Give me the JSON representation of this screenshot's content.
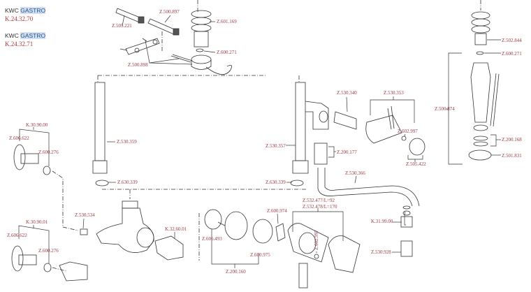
{
  "products": [
    {
      "brand": "KWC",
      "line": "GASTRO",
      "code": "K.24.32.70"
    },
    {
      "brand": "KWC",
      "line": "GASTRO",
      "code": "K.24.32.71"
    }
  ],
  "parts": {
    "p1": "Z.505.221",
    "p2": "Z.500.897",
    "p3": "Z.601.169",
    "p4": "Z.600.271",
    "p5": "Z.500.898",
    "p6": "Z.530.359",
    "p7": "Z.630.339",
    "p8": "K.30.90.00",
    "p9": "Z.606.622",
    "p10": "Z.600.276",
    "p11": "Z.530.534",
    "p12": "K.30.90.01",
    "p13": "Z.606.622",
    "p14": "Z.600.276",
    "p15": "K.32.60.01",
    "p16": "Z.606.493",
    "p17": "Z.600.975",
    "p18": "Z.200.160",
    "p19": "Z.600.974",
    "p20": "Z.532.477/L=92",
    "p21": "Z.532.478/L=170",
    "p22": "Z.602.997",
    "p23": "K.31.99.00",
    "p24": "Z.530.928",
    "p25": "Z.530.340",
    "p26": "Z.530.353",
    "p27": "Z.602.997",
    "p28": "Z.505.422",
    "p29": "Z.530.357",
    "p30": "Z.200.177",
    "p31": "Z.630.339",
    "p32": "Z.530.366",
    "p33": "Z.502.844",
    "p34": "Z.600.271",
    "p35": "Z.500.874",
    "p36": "Z.200.168",
    "p37": "Z.501.831"
  }
}
